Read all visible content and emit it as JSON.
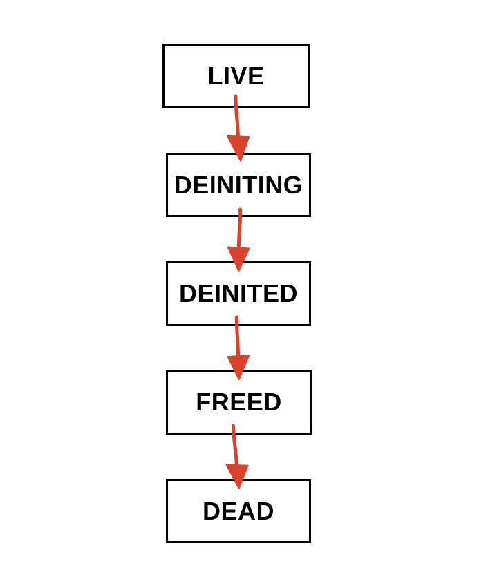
{
  "diagram": {
    "type": "flowchart",
    "direction": "top-down",
    "nodes": [
      {
        "id": "live",
        "label": "LIVE"
      },
      {
        "id": "deiniting",
        "label": "DEINITING"
      },
      {
        "id": "deinited",
        "label": "DEINITED"
      },
      {
        "id": "freed",
        "label": "FREED"
      },
      {
        "id": "dead",
        "label": "DEAD"
      }
    ],
    "edges": [
      {
        "from": "LIVE",
        "to": "DEINITING",
        "style": "hand-drawn-red-arrow"
      },
      {
        "from": "DEINITING",
        "to": "DEINITED",
        "style": "hand-drawn-red-arrow"
      },
      {
        "from": "DEINITED",
        "to": "FREED",
        "style": "hand-drawn-red-arrow"
      },
      {
        "from": "FREED",
        "to": "DEAD",
        "style": "hand-drawn-red-arrow"
      }
    ],
    "colors": {
      "arrow": "#d8432c",
      "box_border": "#000000",
      "text": "#000000",
      "background": "#ffffff"
    }
  }
}
